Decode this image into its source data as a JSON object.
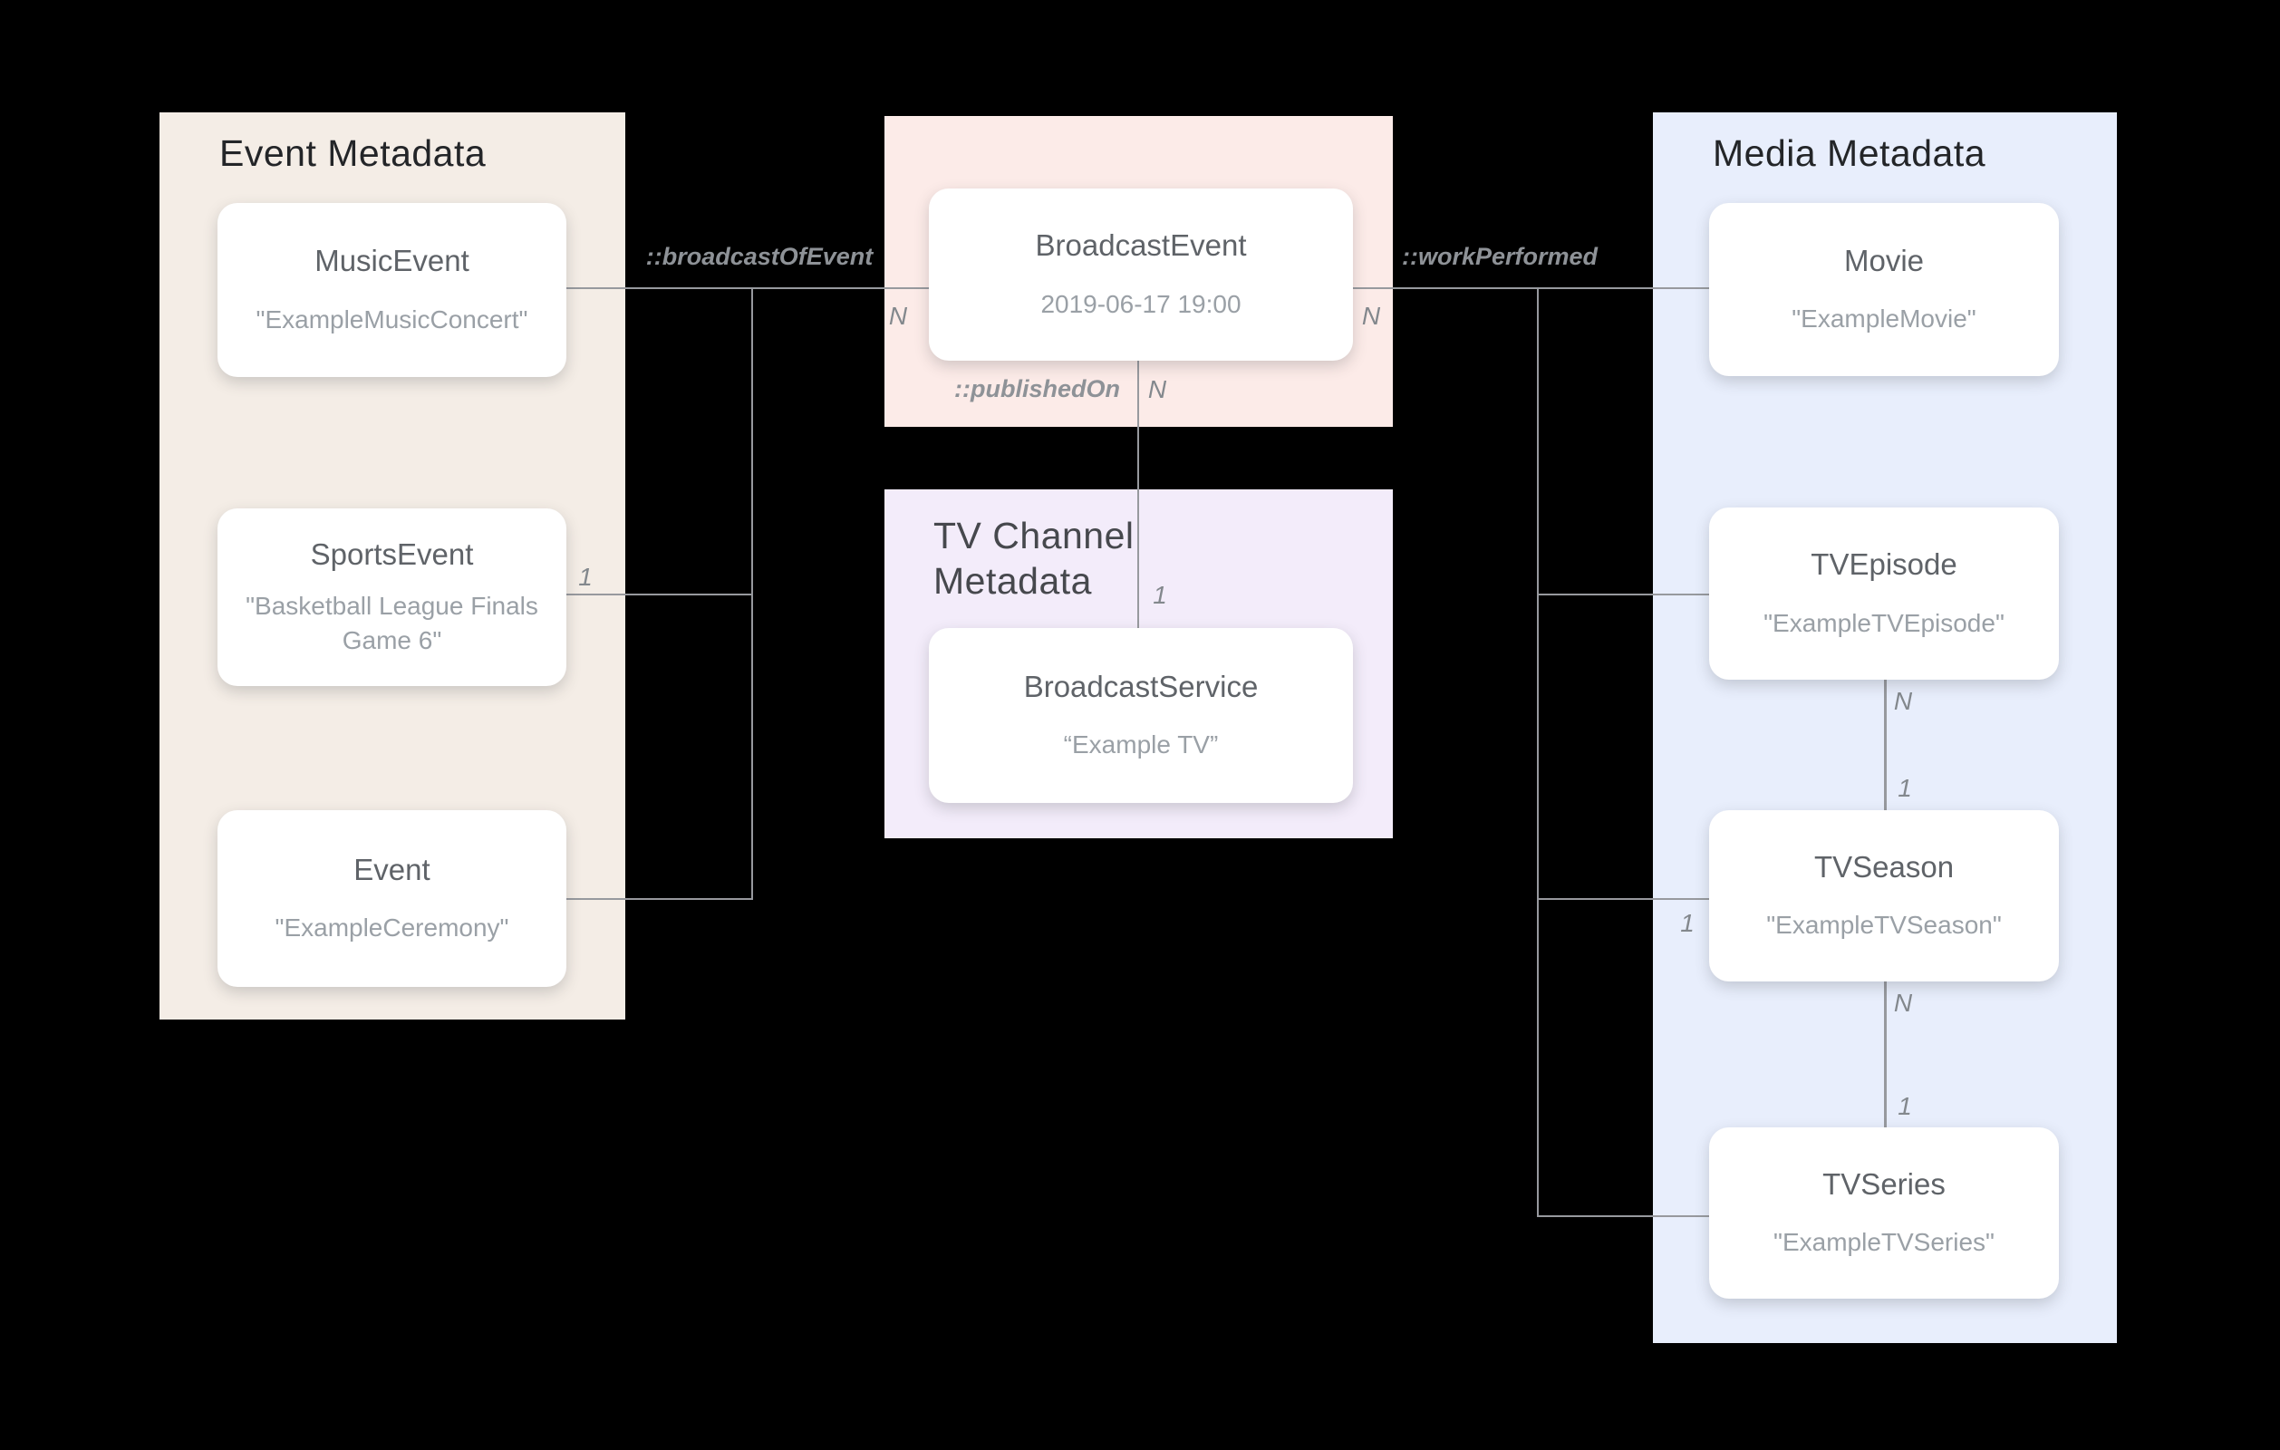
{
  "panels": {
    "event": {
      "title": "Event Metadata"
    },
    "broadcast": {},
    "tv_channel": {
      "title": "TV Channel\nMetadata"
    },
    "media": {
      "title": "Media Metadata"
    }
  },
  "cards": {
    "music_event": {
      "type": "MusicEvent",
      "name": "\"ExampleMusicConcert\""
    },
    "sports_event": {
      "type": "SportsEvent",
      "name": "\"Basketball League Finals Game 6\""
    },
    "event": {
      "type": "Event",
      "name": "\"ExampleCeremony\""
    },
    "broadcast_event": {
      "type": "BroadcastEvent",
      "name": "2019-06-17 19:00"
    },
    "broadcast_service": {
      "type": "BroadcastService",
      "name": "“Example TV”"
    },
    "movie": {
      "type": "Movie",
      "name": "\"ExampleMovie\""
    },
    "tv_episode": {
      "type": "TVEpisode",
      "name": "\"ExampleTVEpisode\""
    },
    "tv_season": {
      "type": "TVSeason",
      "name": "\"ExampleTVSeason\""
    },
    "tv_series": {
      "type": "TVSeries",
      "name": "\"ExampleTVSeries\""
    }
  },
  "relationships": {
    "broadcast_of_event": "::broadcastOfEvent",
    "work_performed": "::workPerformed",
    "published_on": "::publishedOn"
  },
  "cardinalities": {
    "broadcast_of_event_n": "N",
    "sports_event_1": "1",
    "work_performed_n": "N",
    "published_on_n": "N",
    "broadcast_service_1": "1",
    "episode_to_season_n": "N",
    "episode_to_season_1": "1",
    "work_performed_season_1": "1",
    "season_to_series_n": "N",
    "season_to_series_1": "1"
  },
  "colors": {
    "bg": "#000000",
    "event-panel": "#f4ede6",
    "broadcast-panel": "#fcebe8",
    "tv-channel-panel": "#f3ecfa",
    "media-panel": "#e8eefc",
    "card-bg": "#ffffff",
    "card-type": "#5f6368",
    "card-name": "#9aa0a6",
    "title-dark": "#232528",
    "title-slate": "#46484d",
    "line": "#97999e",
    "rel-label": "#8e9297",
    "card-label": "#83888d"
  }
}
